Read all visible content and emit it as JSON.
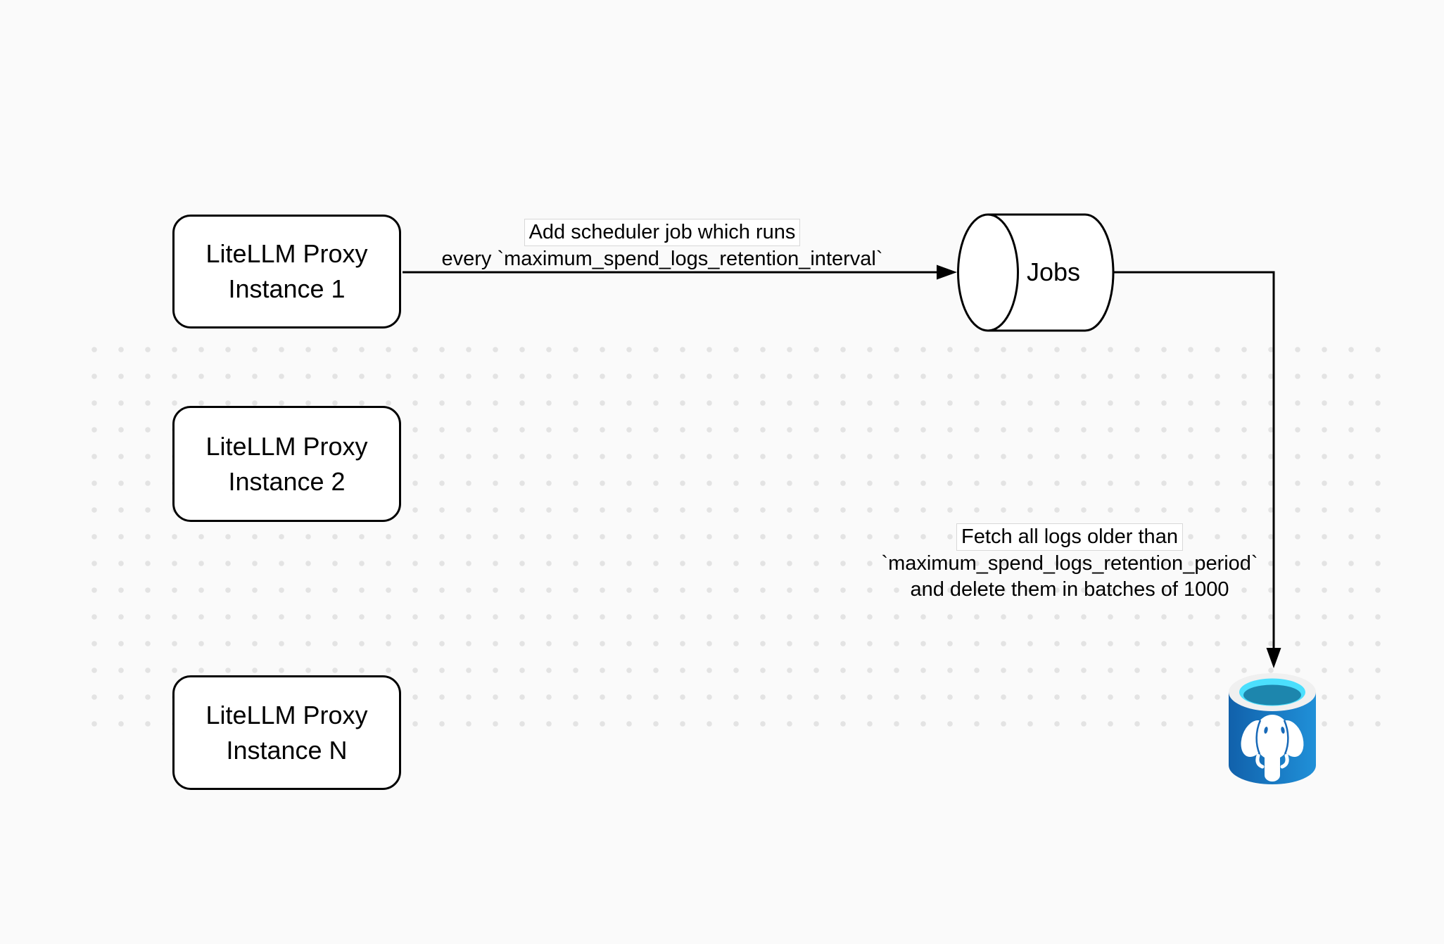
{
  "nodes": {
    "proxy_instance_1": {
      "lines": [
        "LiteLLM Proxy",
        "Instance 1"
      ]
    },
    "proxy_instance_2": {
      "lines": [
        "LiteLLM Proxy",
        "Instance 2"
      ]
    },
    "proxy_instance_n": {
      "lines": [
        "LiteLLM Proxy",
        "Instance N"
      ]
    },
    "jobs_queue": {
      "label": "Jobs"
    },
    "postgres_db": {
      "icon": "postgresql-database-icon"
    }
  },
  "edges": {
    "add_scheduler_job": {
      "lines": [
        "Add scheduler job which runs",
        "every `maximum_spend_logs_retention_interval`"
      ]
    },
    "fetch_and_delete": {
      "lines": [
        "Fetch all logs older than",
        "`maximum_spend_logs_retention_period`",
        "and delete them in batches of 1000"
      ]
    }
  },
  "colors": {
    "background": "#fafafa",
    "grid_dot": "#e3e3e3",
    "node_fill": "#ffffff",
    "node_stroke": "#000000",
    "postgres_blue_dark": "#1161ab",
    "postgres_blue_light": "#2090d8",
    "postgres_rim": "#f0f0f0",
    "postgres_cyan": "#4bdffd",
    "postgres_teal": "#1d86ad",
    "postgres_detail_blue": "#1769b8"
  }
}
